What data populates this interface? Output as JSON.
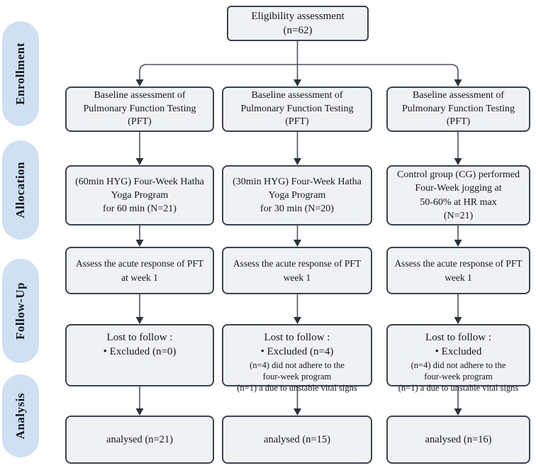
{
  "figure": {
    "type": "consort-flow-diagram",
    "colors": {
      "box_fill": "#f0f1f3",
      "box_border": "#3b4351",
      "arrow_line": "#4a5160",
      "arrowhead": "#2b323e",
      "stage_pill_fill": "#cfe0f2",
      "text": "#15181f"
    }
  },
  "sidebar": {
    "labels": [
      "Enrollment",
      "Allocation",
      "Follow-Up",
      "Analysis"
    ]
  },
  "eligibility": {
    "lines": [
      "Eligibility assessment",
      "(n=62)"
    ]
  },
  "columns": [
    {
      "id": "60min-hyg",
      "baseline": [
        "Baseline assessment of",
        "Pulmonary Function Testing",
        "(PFT)"
      ],
      "allocation": [
        "(60min HYG) Four-Week Hatha",
        "Yoga Program",
        "for 60 min (N=21)",
        null
      ],
      "assess": [
        "Assess the acute response  of PFT",
        "at week 1"
      ],
      "lost": [
        "Lost to follow :",
        "• Excluded (n=0)",
        null,
        null,
        null
      ],
      "analysed": "analysed (n=21)"
    },
    {
      "id": "30min-hyg",
      "baseline": [
        "Baseline assessment of",
        "Pulmonary Function Testing",
        "(PFT)"
      ],
      "allocation": [
        "(30min HYG) Four-Week Hatha",
        "Yoga Program",
        "for 30 min (N=20)",
        null
      ],
      "assess": [
        "Assess the acute response  of PFT",
        "week 1"
      ],
      "lost": [
        "Lost to follow :",
        "• Excluded (n=4)",
        "(n=4) did not adhere to the",
        "four-week program",
        "(n=1) a due to unstable vital signs"
      ],
      "analysed": "analysed (n=15)"
    },
    {
      "id": "control-group",
      "baseline": [
        "Baseline assessment of",
        "Pulmonary Function Testing",
        "(PFT)"
      ],
      "allocation": [
        "Control group (CG) performed",
        "Four-Week jogging at",
        "50-60% at HR max",
        "(N=21)"
      ],
      "assess": [
        "Assess the acute response  of PFT",
        "week 1"
      ],
      "lost": [
        "Lost to follow :",
        "• Excluded",
        "(n=4) did not adhere to the",
        "four-week program",
        "(n=1) a due to unstable vital signs"
      ],
      "analysed": "analysed (n=16)"
    }
  ]
}
